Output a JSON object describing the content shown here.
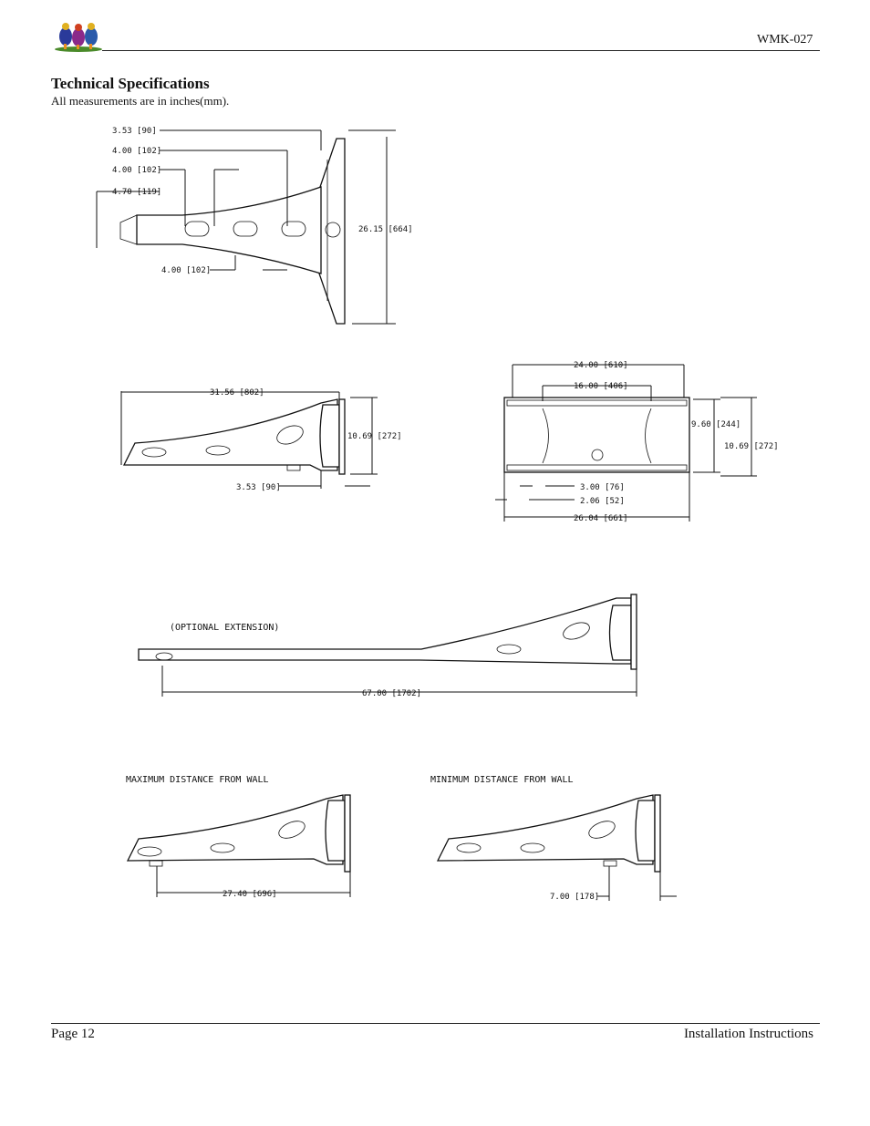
{
  "header": {
    "model": "WMK-027"
  },
  "section": {
    "title": "Technical Specifications",
    "subtitle": "All measurements are in inches(mm)."
  },
  "drawings": {
    "top_view": {
      "dims": [
        "3.53 [90]",
        "4.00 [102]",
        "4.00 [102]",
        "4.70 [119]",
        "4.00 [102]",
        "26.15 [664]"
      ]
    },
    "side_view": {
      "dims": [
        "31.56 [802]",
        "10.69 [272]",
        "3.53 [90]"
      ]
    },
    "front_view": {
      "dims": [
        "24.00 [610]",
        "16.00 [406]",
        "9.60 [244]",
        "10.69 [272]",
        "3.00 [76]",
        "2.06 [52]",
        "26.04 [661]"
      ]
    },
    "extension_view": {
      "label": "(OPTIONAL EXTENSION)",
      "dim": "67.00 [1702]"
    },
    "max_view": {
      "label": "MAXIMUM DISTANCE FROM WALL",
      "dim": "27.40 [696]"
    },
    "min_view": {
      "label": "MINIMUM DISTANCE FROM WALL",
      "dim": "7.00 [178]"
    }
  },
  "footer": {
    "page": "Page 12",
    "doc": "Installation Instructions"
  }
}
